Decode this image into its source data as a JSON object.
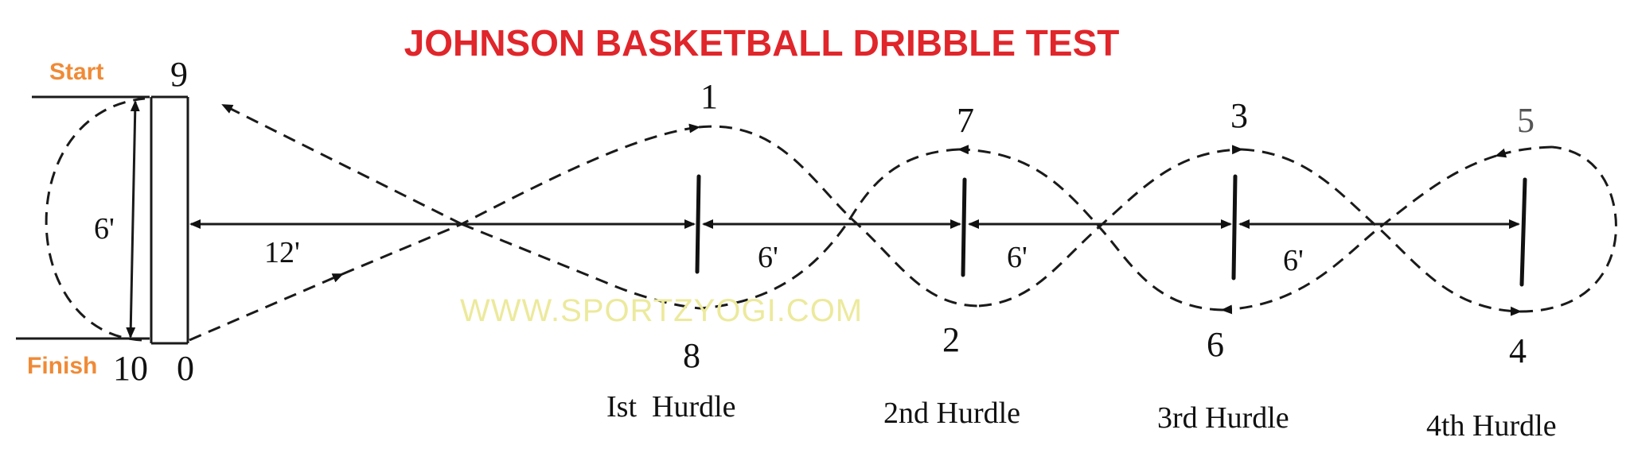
{
  "title": "JOHNSON BASKETBALL DRIBBLE TEST",
  "start_label": "Start",
  "finish_label": "Finish",
  "watermark": "WWW.SPORTZYOGI.COM",
  "numbers": {
    "n0": "0",
    "n1": "1",
    "n2": "2",
    "n3": "3",
    "n4": "4",
    "n5": "5",
    "n6": "6",
    "n7": "7",
    "n8": "8",
    "n9": "9",
    "n10": "10"
  },
  "distances": {
    "start_width": "6'",
    "to_first_hurdle": "12'",
    "hurdle_gap_1": "6'",
    "hurdle_gap_2": "6'",
    "hurdle_gap_3": "6'"
  },
  "hurdles": [
    "Ist  Hurdle",
    "2nd Hurdle",
    "3rd Hurdle",
    "4th Hurdle"
  ]
}
